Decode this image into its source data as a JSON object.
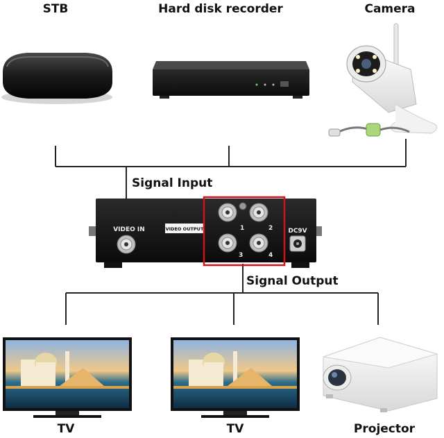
{
  "sources": [
    {
      "label": "STB",
      "icon": "set-top-box-icon"
    },
    {
      "label": "Hard disk recorder",
      "icon": "hard-disk-recorder-icon"
    },
    {
      "label": "Camera",
      "icon": "security-camera-icon"
    }
  ],
  "signal_input_label": "Signal Input",
  "signal_output_label": "Signal Output",
  "splitter": {
    "video_in_label": "VIDEO IN",
    "video_output_label": "VIDEO OUTPUT",
    "port_labels": [
      "1",
      "2",
      "3",
      "4"
    ],
    "power_label": "DC9V",
    "highlight_color": "#d0121b"
  },
  "outputs": [
    {
      "label": "TV",
      "icon": "tv-icon"
    },
    {
      "label": "TV",
      "icon": "tv-icon"
    },
    {
      "label": "Projector",
      "icon": "projector-icon"
    }
  ]
}
